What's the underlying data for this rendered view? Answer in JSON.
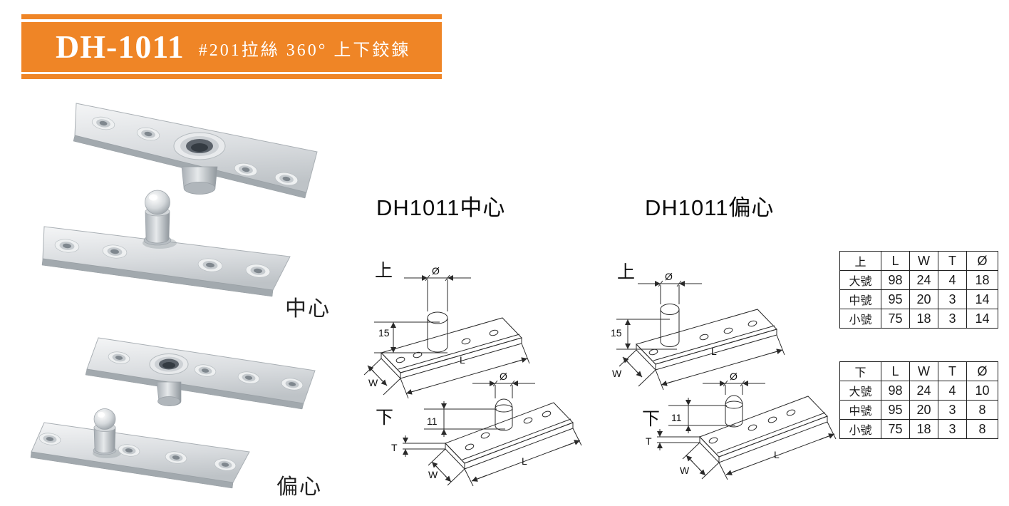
{
  "banner": {
    "model": "DH-1011",
    "subtitle": "#201拉絲 360° 上下鉸鍊",
    "accent_color": "#EF8526"
  },
  "photos": {
    "center_label": "中心",
    "eccentric_label": "偏心"
  },
  "diagrams": {
    "center_title": "DH1011中心",
    "eccentric_title": "DH1011偏心",
    "labels": {
      "upper": "上",
      "lower": "下",
      "diameter": "Ø",
      "upper_height": "15",
      "lower_height": "11",
      "length": "L",
      "width": "W",
      "thickness": "T"
    }
  },
  "tables": {
    "upper": {
      "headers": [
        "上",
        "L",
        "W",
        "T",
        "Ø"
      ],
      "rows": [
        [
          "大號",
          "98",
          "24",
          "4",
          "18"
        ],
        [
          "中號",
          "95",
          "20",
          "3",
          "14"
        ],
        [
          "小號",
          "75",
          "18",
          "3",
          "14"
        ]
      ]
    },
    "lower": {
      "headers": [
        "下",
        "L",
        "W",
        "T",
        "Ø"
      ],
      "rows": [
        [
          "大號",
          "98",
          "24",
          "4",
          "10"
        ],
        [
          "中號",
          "95",
          "20",
          "3",
          "8"
        ],
        [
          "小號",
          "75",
          "18",
          "3",
          "8"
        ]
      ]
    }
  }
}
